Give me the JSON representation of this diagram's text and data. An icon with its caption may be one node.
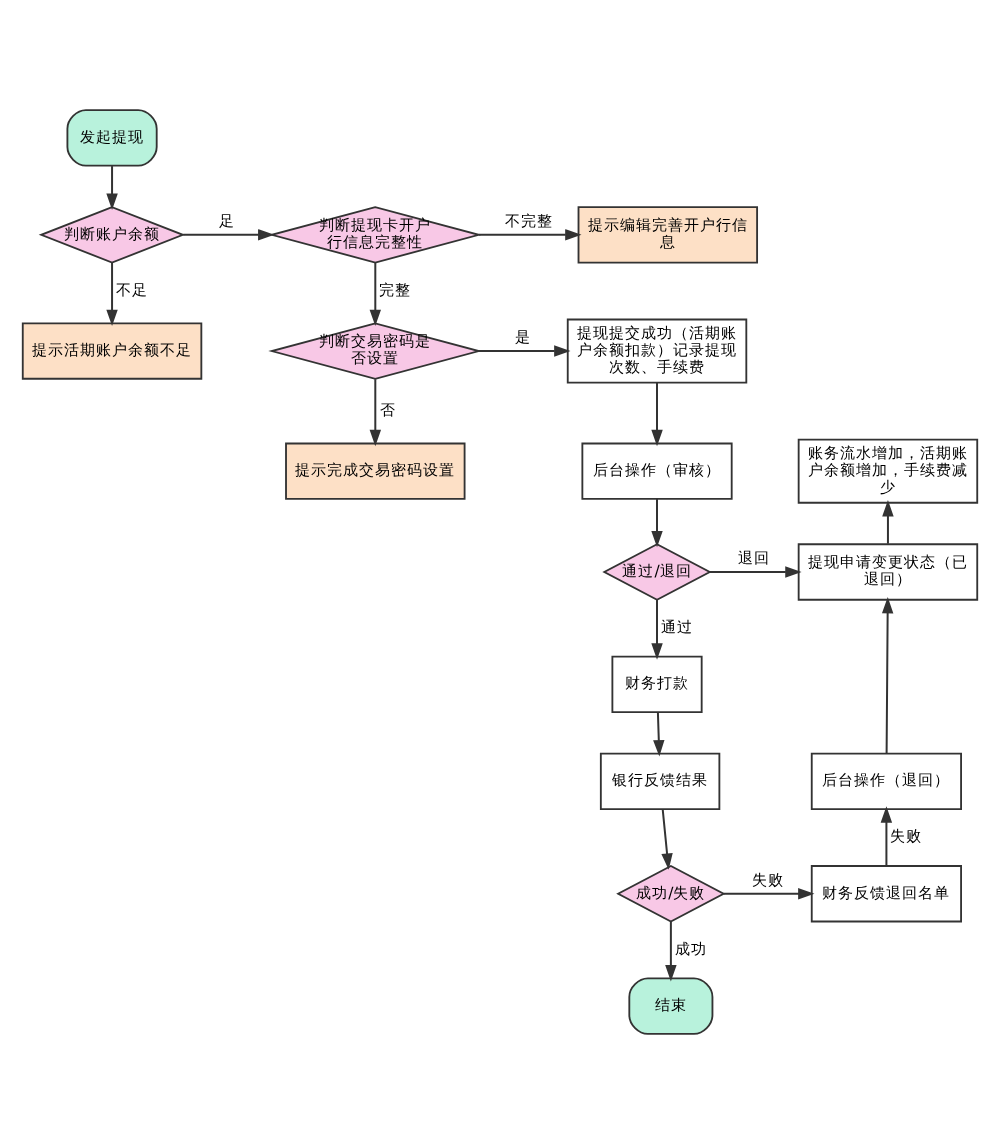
{
  "diagram": {
    "nodes": [
      {
        "text": [
          "发起提现"
        ]
      },
      {
        "text": [
          "判断账户余额"
        ]
      },
      {
        "text": [
          "提示活期账户余额不足"
        ]
      },
      {
        "text": [
          "判断提现卡开户行信息完整性"
        ]
      },
      {
        "text": [
          "提示编辑完善开户行信息"
        ]
      },
      {
        "text": [
          "判断交易密码是否设置"
        ]
      },
      {
        "text": [
          "提现提交成功（活期账户余额扣款）记录提现次数、手续费"
        ]
      },
      {
        "text": [
          "提示完成交易密码设置"
        ]
      },
      {
        "text": [
          "后台操作（审核）"
        ]
      },
      {
        "text": [
          "通过/退回"
        ]
      },
      {
        "text": [
          "提现申请变更状态（已退回）"
        ]
      },
      {
        "text": [
          "账务流水增加，活期账户余额增加，手续费减少"
        ]
      },
      {
        "text": [
          "财务打款"
        ]
      },
      {
        "text": [
          "银行反馈结果"
        ]
      },
      {
        "text": [
          "成功/失败"
        ]
      },
      {
        "text": [
          "财务反馈退回名单"
        ]
      },
      {
        "text": [
          "后台操作（退回）"
        ]
      },
      {
        "text": [
          "结束"
        ]
      }
    ],
    "edges": [
      {
        "from": 0,
        "to": 1,
        "arrow": "to"
      },
      {
        "from": 1,
        "to": 2,
        "arrow": "to",
        "label": "不足"
      },
      {
        "from": 1,
        "to": 3,
        "arrow": "to",
        "label": "足"
      },
      {
        "from": 3,
        "to": 4,
        "arrow": "to",
        "label": "不完整"
      },
      {
        "from": 3,
        "to": 5,
        "arrow": "to",
        "label": "完整"
      },
      {
        "from": 5,
        "to": 6,
        "arrow": "to",
        "label": "是"
      },
      {
        "from": 5,
        "to": 7,
        "arrow": "to",
        "label": "否"
      },
      {
        "from": 6,
        "to": 8,
        "arrow": "to"
      },
      {
        "from": 8,
        "to": 9,
        "arrow": "to"
      },
      {
        "from": 9,
        "to": 10,
        "arrow": "to",
        "label": "退回"
      },
      {
        "from": 10,
        "to": 11,
        "arrow": "to"
      },
      {
        "from": 9,
        "to": 12,
        "arrow": "to",
        "label": "通过"
      },
      {
        "from": 12,
        "to": 13,
        "arrow": "to"
      },
      {
        "from": 13,
        "to": 14,
        "arrow": "to"
      },
      {
        "from": 14,
        "to": 15,
        "arrow": "to",
        "label": "失败"
      },
      {
        "from": 15,
        "to": 16,
        "arrow": "to",
        "label": "失败"
      },
      {
        "from": 16,
        "to": 10,
        "arrow": "to"
      },
      {
        "from": 14,
        "to": 17,
        "arrow": "to",
        "label": "成功"
      }
    ]
  }
}
